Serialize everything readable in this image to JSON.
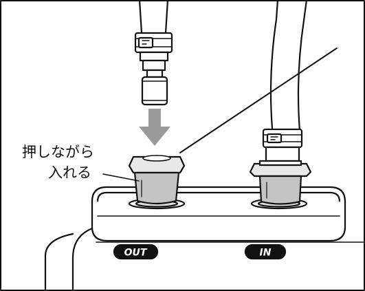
{
  "instruction": {
    "line1": "押しながら",
    "line2": "入れる"
  },
  "ports": {
    "out_label": "OUT",
    "in_label": "IN"
  },
  "colors": {
    "arrow": "#9a9a9a",
    "cap": "#c4c4c4",
    "collar": "#e8e8e8",
    "outline": "#111111",
    "background": "#ffffff"
  },
  "icons": {
    "arrow": "down-arrow-icon",
    "hose_clamp": "hose-clamp-icon"
  }
}
